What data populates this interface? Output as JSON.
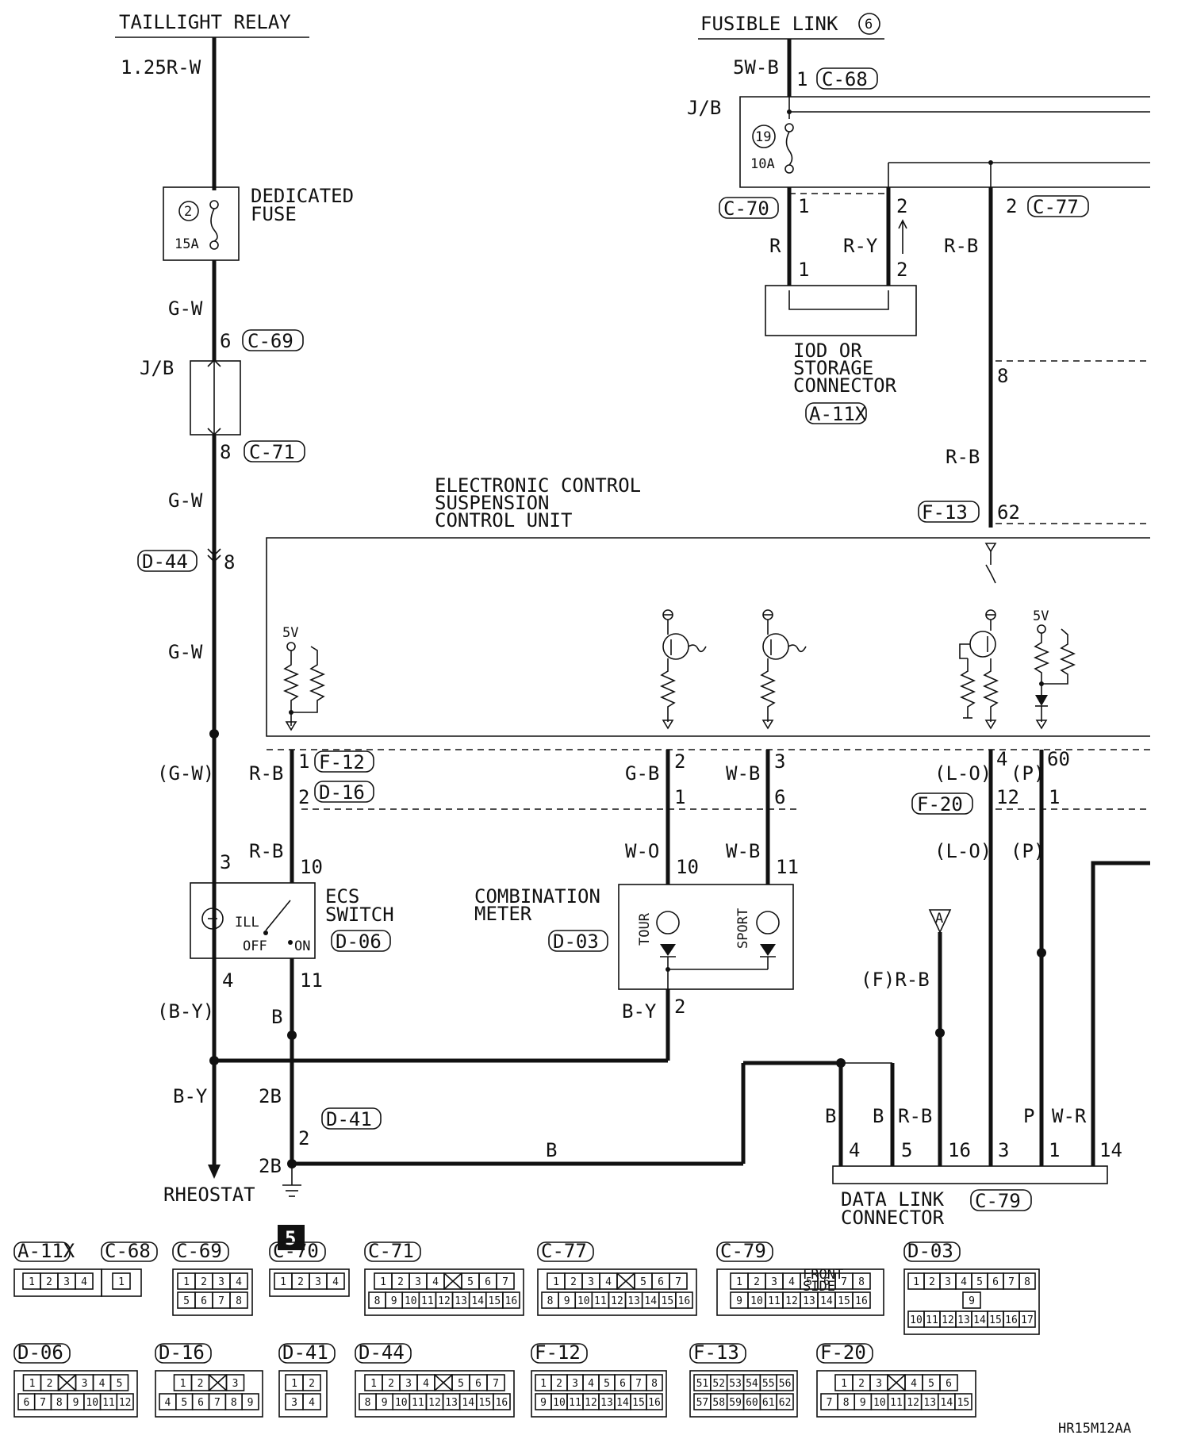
{
  "labels": {
    "taillight_relay": "TAILLIGHT RELAY",
    "fusible_link": "FUSIBLE LINK",
    "fusible_link_num": "6",
    "wire_125rw": "1.25R-W",
    "wire_5wb": "5W-B",
    "jb": "J/B",
    "dedicated_fuse_1": "DEDICATED",
    "dedicated_fuse_2": "FUSE",
    "fuse2_num": "2",
    "fuse2_amp": "15A",
    "fuse19_num": "19",
    "fuse19_amp": "10A",
    "gw": "G-W",
    "gw_paren": "(G-W)",
    "r": "R",
    "ry": "R-Y",
    "rb": "R-B",
    "f_rb": "(F)R-B",
    "gb": "G-B",
    "wo": "W-O",
    "wb": "W-B",
    "lo": "(L-O)",
    "p_paren": "(P)",
    "by": "B-Y",
    "by_paren": "(B-Y)",
    "b": "B",
    "b2": "2B",
    "p": "P",
    "wr": "W-R",
    "iod_1": "IOD OR",
    "iod_2": "STORAGE",
    "iod_3": "CONNECTOR",
    "ecs_unit_1": "ELECTRONIC CONTROL",
    "ecs_unit_2": "SUSPENSION",
    "ecs_unit_3": "CONTROL UNIT",
    "ecs_switch_1": "ECS",
    "ecs_switch_2": "SWITCH",
    "ill": "ILL",
    "off": "OFF",
    "on": "ON",
    "comb_1": "COMBINATION",
    "comb_2": "METER",
    "tour": "TOUR",
    "sport": "SPORT",
    "five_v": "5V",
    "a_marker": "A",
    "rheostat": "RHEOSTAT",
    "ground_num": "5",
    "dlc_1": "DATA LINK",
    "dlc_2": "CONNECTOR",
    "front_side_1": "FRONT",
    "front_side_2": "SIDE",
    "drawing_code": "HR15M12AA"
  },
  "connectors": {
    "c68": "C-68",
    "c69": "C-69",
    "c70": "C-70",
    "c71": "C-71",
    "c77": "C-77",
    "a11x": "A-11X",
    "d44": "D-44",
    "f13": "F-13",
    "f12": "F-12",
    "d16": "D-16",
    "d06": "D-06",
    "d03": "D-03",
    "f20": "F-20",
    "d41": "D-41",
    "c79": "C-79"
  },
  "pins": {
    "c68_1": "1",
    "c69_6": "6",
    "c71_8": "8",
    "d44_8": "8",
    "c70_1": "1",
    "c70_2": "2",
    "iod_1": "1",
    "iod_2": "2",
    "c77_2": "2",
    "a11x_8": "8",
    "f13_62": "62",
    "f12_1": "1",
    "d16_2": "2",
    "ecs_10": "10",
    "ecs_3": "3",
    "ecs_4": "4",
    "ecs_11": "11",
    "f12_2": "2",
    "d16_1": "1",
    "meter_10": "10",
    "meter_2": "2",
    "f12_3": "3",
    "d16_6": "6",
    "meter_11": "11",
    "f20_4": "4",
    "f20_12": "12",
    "f20_60": "60",
    "f20_1": "1",
    "d41_2": "2",
    "dlc_4": "4",
    "dlc_5": "5",
    "dlc_16": "16",
    "dlc_3": "3",
    "dlc_1": "1",
    "dlc_14": "14"
  },
  "legend": {
    "row1": [
      {
        "name": "A-11X",
        "rows": [
          [
            "1",
            "2",
            "3",
            "4"
          ]
        ]
      },
      {
        "name": "C-68",
        "rows": [
          [
            "1"
          ]
        ]
      },
      {
        "name": "C-69",
        "rows": [
          [
            "1",
            "2",
            "3",
            "4"
          ],
          [
            "5",
            "6",
            "7",
            "8"
          ]
        ]
      },
      {
        "name": "C-70",
        "rows": [
          [
            "1",
            "2",
            "3",
            "4"
          ]
        ]
      },
      {
        "name": "C-71",
        "rows": [
          [
            "1",
            "2",
            "3",
            "4",
            "",
            "5",
            "6",
            "7"
          ],
          [
            "8",
            "9",
            "10",
            "11",
            "12",
            "13",
            "14",
            "15",
            "16"
          ]
        ]
      },
      {
        "name": "C-77",
        "rows": [
          [
            "1",
            "2",
            "3",
            "4",
            "",
            "5",
            "6",
            "7"
          ],
          [
            "8",
            "9",
            "10",
            "11",
            "12",
            "13",
            "14",
            "15",
            "16"
          ]
        ]
      },
      {
        "name": "C-79",
        "rows": [
          [
            "1",
            "2",
            "3",
            "4",
            "5",
            "6",
            "7",
            "8"
          ],
          [
            "9",
            "10",
            "11",
            "12",
            "13",
            "14",
            "15",
            "16"
          ]
        ]
      },
      {
        "name": "D-03",
        "rows": [
          [
            "1",
            "2",
            "3",
            "4",
            "5",
            "6",
            "7",
            "8"
          ],
          [
            "9"
          ],
          [
            "10",
            "11",
            "12",
            "13",
            "14",
            "15",
            "16",
            "17"
          ]
        ]
      }
    ],
    "row2": [
      {
        "name": "D-06",
        "rows": [
          [
            "1",
            "2",
            "",
            "3",
            "4",
            "5"
          ],
          [
            "6",
            "7",
            "8",
            "9",
            "10",
            "11",
            "12"
          ]
        ]
      },
      {
        "name": "D-16",
        "rows": [
          [
            "1",
            "2",
            "",
            "3"
          ],
          [
            "4",
            "5",
            "6",
            "7",
            "8",
            "9"
          ]
        ]
      },
      {
        "name": "D-41",
        "rows": [
          [
            "1",
            "2"
          ],
          [
            "3",
            "4"
          ]
        ]
      },
      {
        "name": "D-44",
        "rows": [
          [
            "1",
            "2",
            "3",
            "4",
            "",
            "5",
            "6",
            "7"
          ],
          [
            "8",
            "9",
            "10",
            "11",
            "12",
            "13",
            "14",
            "15",
            "16"
          ]
        ]
      },
      {
        "name": "F-12",
        "rows": [
          [
            "1",
            "2",
            "3",
            "4",
            "5",
            "6",
            "7",
            "8"
          ],
          [
            "9",
            "10",
            "11",
            "12",
            "13",
            "14",
            "15",
            "16"
          ]
        ]
      },
      {
        "name": "F-13",
        "rows": [
          [
            "51",
            "52",
            "53",
            "54",
            "55",
            "56"
          ],
          [
            "57",
            "58",
            "59",
            "60",
            "61",
            "62"
          ]
        ]
      },
      {
        "name": "F-20",
        "rows": [
          [
            "1",
            "2",
            "3",
            "",
            "4",
            "5",
            "6"
          ],
          [
            "7",
            "8",
            "9",
            "10",
            "11",
            "12",
            "13",
            "14",
            "15"
          ]
        ]
      }
    ]
  }
}
